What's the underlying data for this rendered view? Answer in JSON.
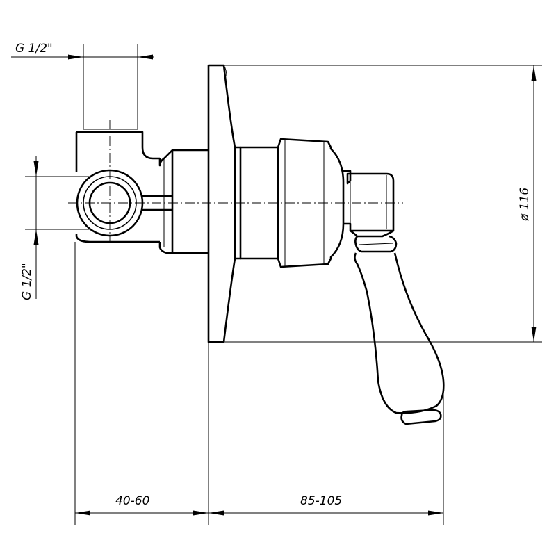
{
  "dimensions": {
    "inlet_top": "G 1/2\"",
    "inlet_side": "G 1/2\"",
    "plate_diameter": "ø 116",
    "wall_depth": "40-60",
    "projection": "85-105"
  }
}
